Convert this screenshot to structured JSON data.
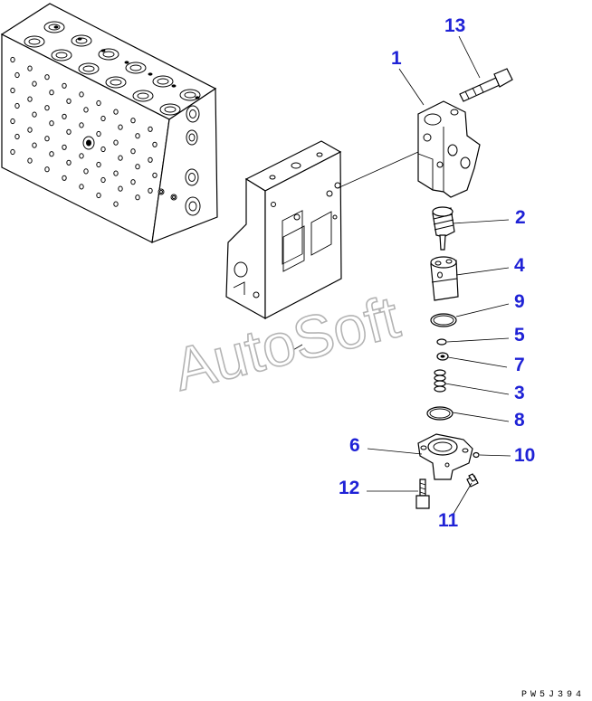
{
  "watermark": "AutoSoft",
  "drawing_code": "PW5J394",
  "callout_color": "#1f22d6",
  "parts": [
    {
      "id": "callout-1",
      "label": "1"
    },
    {
      "id": "callout-2",
      "label": "2"
    },
    {
      "id": "callout-3",
      "label": "3"
    },
    {
      "id": "callout-4",
      "label": "4"
    },
    {
      "id": "callout-5",
      "label": "5"
    },
    {
      "id": "callout-6",
      "label": "6"
    },
    {
      "id": "callout-7",
      "label": "7"
    },
    {
      "id": "callout-8",
      "label": "8"
    },
    {
      "id": "callout-9",
      "label": "9"
    },
    {
      "id": "callout-10",
      "label": "10"
    },
    {
      "id": "callout-11",
      "label": "11"
    },
    {
      "id": "callout-12",
      "label": "12"
    },
    {
      "id": "callout-13",
      "label": "13"
    }
  ]
}
